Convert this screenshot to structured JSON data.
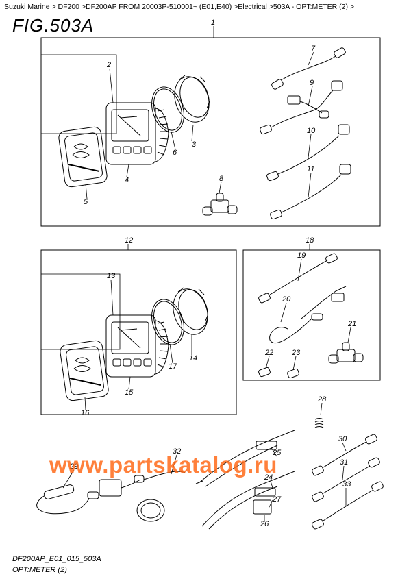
{
  "breadcrumb": "Suzuki Marine > DF200 >DF200AP FROM 20003P-510001~ (E01,E40) >Electrical >503A - OPT:METER (2) >",
  "figure_title": "FIG.503A",
  "footer_code": "DF200AP_E01_015_503A",
  "footer_caption": "OPT:METER (2)",
  "watermark": "www.partskatalog.ru",
  "parts": {
    "p1": "1",
    "p2": "2",
    "p3": "3",
    "p4": "4",
    "p5": "5",
    "p6": "6",
    "p7": "7",
    "p8": "8",
    "p9": "9",
    "p10": "10",
    "p11": "11",
    "p12": "12",
    "p13": "13",
    "p14": "14",
    "p15": "15",
    "p16": "16",
    "p17": "17",
    "p18": "18",
    "p19": "19",
    "p20": "20",
    "p21": "21",
    "p22": "22",
    "p23": "23",
    "p24": "24",
    "p25": "25",
    "p26": "26",
    "p27": "27",
    "p28": "28",
    "p29": "29",
    "p30": "30",
    "p31": "31",
    "p32": "32",
    "p33": "33"
  },
  "colors": {
    "watermark": "#ff6a1a",
    "line": "#000000"
  }
}
